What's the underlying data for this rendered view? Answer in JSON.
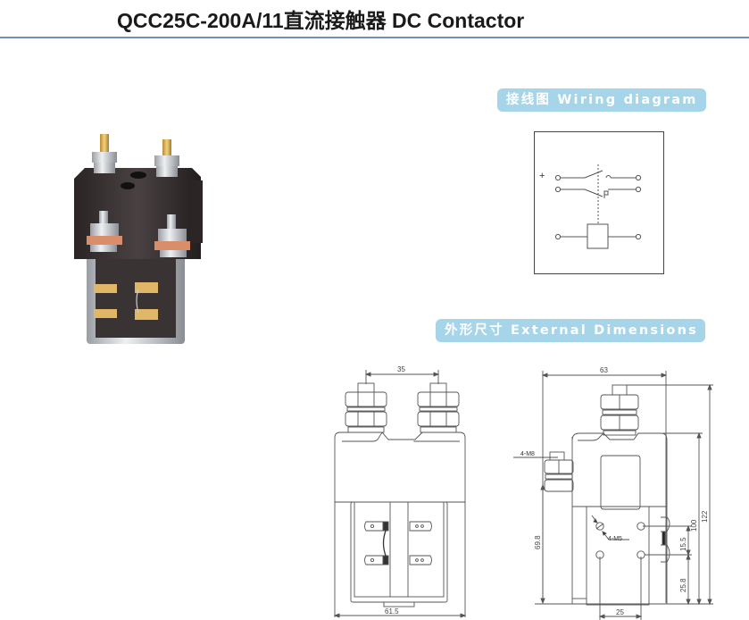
{
  "header": {
    "title": "QCC25C-200A/11直流接触器 DC Contactor",
    "rule_color": "#6d8fbf"
  },
  "sections": {
    "wiring_label": "接线图 Wiring diagram",
    "dimensions_label": "外形尺寸 External Dimensions",
    "label_bg_color": "#a6d4e8"
  },
  "product_photo": {
    "alt": "DC contactor product photo"
  },
  "wiring_diagram": {
    "polarity_mark": "+"
  },
  "front_view": {
    "dim_terminal_spacing": "35",
    "dim_width": "61.5"
  },
  "side_view": {
    "dim_width": "63",
    "label_stud": "4-M8",
    "label_mount": "4-M5",
    "dim_mount_height": "69.8",
    "dim_hole_spacing_h": "25",
    "dim_hole_spacing_v": "15.5",
    "dim_bottom_offset": "25.8",
    "dim_body_height": "100",
    "dim_total_height": "122"
  }
}
